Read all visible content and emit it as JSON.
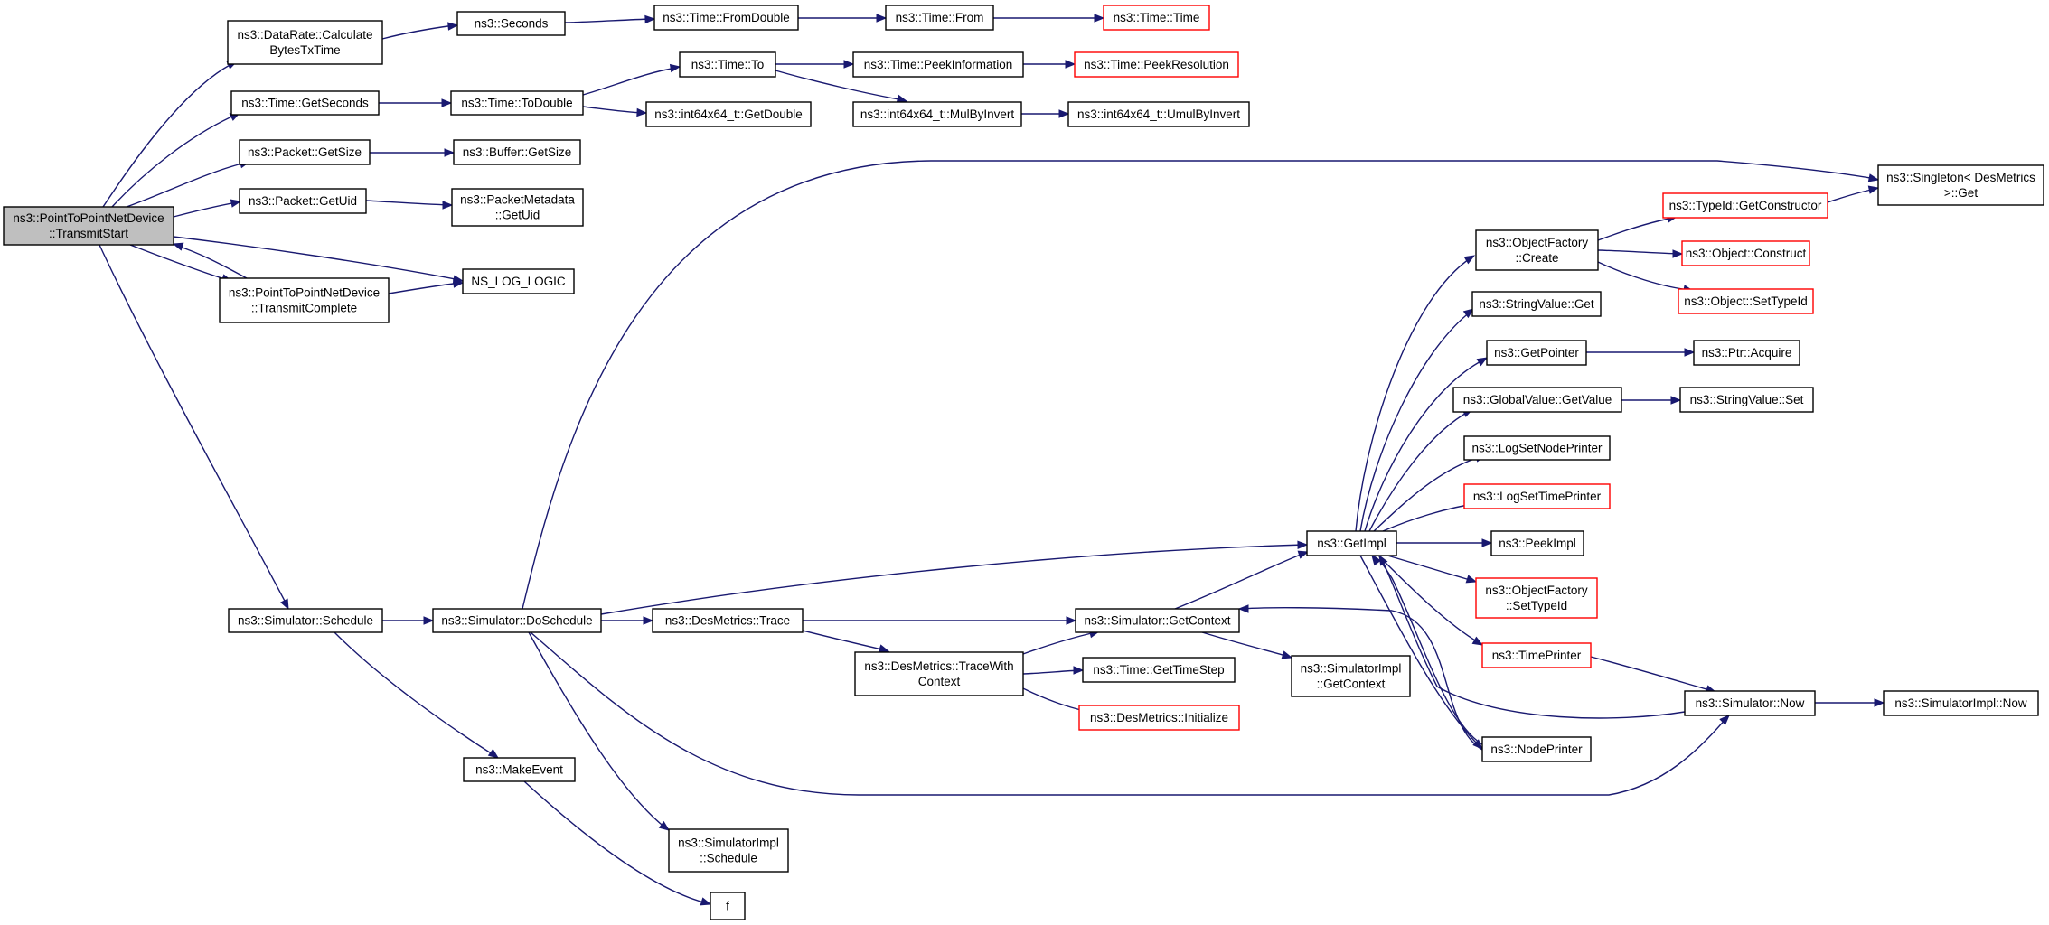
{
  "colors": {
    "edge": "#191970",
    "root_fill": "#bfbfbf",
    "truncated_border": "#ff0000",
    "node_border": "#000000"
  },
  "nodes": [
    {
      "id": "root",
      "lines": [
        "ns3::PointToPointNetDevice",
        "::TransmitStart"
      ],
      "kind": "root"
    },
    {
      "id": "datarate",
      "lines": [
        "ns3::DataRate::Calculate",
        "BytesTxTime"
      ]
    },
    {
      "id": "getseconds",
      "lines": [
        "ns3::Time::GetSeconds"
      ]
    },
    {
      "id": "pktgetsize",
      "lines": [
        "ns3::Packet::GetSize"
      ]
    },
    {
      "id": "pktgetuid",
      "lines": [
        "ns3::Packet::GetUid"
      ]
    },
    {
      "id": "txcomplete",
      "lines": [
        "ns3::PointToPointNetDevice",
        "::TransmitComplete"
      ]
    },
    {
      "id": "schedule",
      "lines": [
        "ns3::Simulator::Schedule"
      ]
    },
    {
      "id": "seconds",
      "lines": [
        "ns3::Seconds"
      ]
    },
    {
      "id": "todouble",
      "lines": [
        "ns3::Time::ToDouble"
      ]
    },
    {
      "id": "bufgetsize",
      "lines": [
        "ns3::Buffer::GetSize"
      ]
    },
    {
      "id": "pktmeta",
      "lines": [
        "ns3::PacketMetadata",
        "::GetUid"
      ]
    },
    {
      "id": "nslog",
      "lines": [
        "NS_LOG_LOGIC"
      ]
    },
    {
      "id": "doschedule",
      "lines": [
        "ns3::Simulator::DoSchedule"
      ]
    },
    {
      "id": "makeevent",
      "lines": [
        "ns3::MakeEvent"
      ]
    },
    {
      "id": "fromdouble",
      "lines": [
        "ns3::Time::FromDouble"
      ]
    },
    {
      "id": "timeto",
      "lines": [
        "ns3::Time::To"
      ]
    },
    {
      "id": "getdouble",
      "lines": [
        "ns3::int64x64_t::GetDouble"
      ]
    },
    {
      "id": "destrace",
      "lines": [
        "ns3::DesMetrics::Trace"
      ]
    },
    {
      "id": "simimplsched",
      "lines": [
        "ns3::SimulatorImpl",
        "::Schedule"
      ]
    },
    {
      "id": "f",
      "lines": [
        "f"
      ]
    },
    {
      "id": "timefrom",
      "lines": [
        "ns3::Time::From"
      ]
    },
    {
      "id": "peekinfo",
      "lines": [
        "ns3::Time::PeekInformation"
      ]
    },
    {
      "id": "mulbyinvert",
      "lines": [
        "ns3::int64x64_t::MulByInvert"
      ]
    },
    {
      "id": "tracewithctx",
      "lines": [
        "ns3::DesMetrics::TraceWith",
        "Context"
      ]
    },
    {
      "id": "timetime",
      "lines": [
        "ns3::Time::Time"
      ],
      "kind": "trunc"
    },
    {
      "id": "peekres",
      "lines": [
        "ns3::Time::PeekResolution"
      ],
      "kind": "trunc"
    },
    {
      "id": "umulbyinvert",
      "lines": [
        "ns3::int64x64_t::UmulByInvert"
      ]
    },
    {
      "id": "getcontext",
      "lines": [
        "ns3::Simulator::GetContext"
      ]
    },
    {
      "id": "gettimestep",
      "lines": [
        "ns3::Time::GetTimeStep"
      ]
    },
    {
      "id": "desinit",
      "lines": [
        "ns3::DesMetrics::Initialize"
      ],
      "kind": "trunc"
    },
    {
      "id": "simimplctx",
      "lines": [
        "ns3::SimulatorImpl",
        "::GetContext"
      ]
    },
    {
      "id": "getimpl",
      "lines": [
        "ns3::GetImpl"
      ]
    },
    {
      "id": "objfactcreate",
      "lines": [
        "ns3::ObjectFactory",
        "::Create"
      ]
    },
    {
      "id": "strvalget",
      "lines": [
        "ns3::StringValue::Get"
      ]
    },
    {
      "id": "getpointer",
      "lines": [
        "ns3::GetPointer"
      ]
    },
    {
      "id": "globalget",
      "lines": [
        "ns3::GlobalValue::GetValue"
      ]
    },
    {
      "id": "lognodeprinter",
      "lines": [
        "ns3::LogSetNodePrinter"
      ]
    },
    {
      "id": "logtimeprinter",
      "lines": [
        "ns3::LogSetTimePrinter"
      ],
      "kind": "trunc"
    },
    {
      "id": "peekimpl",
      "lines": [
        "ns3::PeekImpl"
      ]
    },
    {
      "id": "objfactsettype",
      "lines": [
        "ns3::ObjectFactory",
        "::SetTypeId"
      ],
      "kind": "trunc"
    },
    {
      "id": "timeprinter",
      "lines": [
        "ns3::TimePrinter"
      ],
      "kind": "trunc"
    },
    {
      "id": "nodeprinter",
      "lines": [
        "ns3::NodePrinter"
      ]
    },
    {
      "id": "getconstructor",
      "lines": [
        "ns3::TypeId::GetConstructor"
      ],
      "kind": "trunc"
    },
    {
      "id": "objconstruct",
      "lines": [
        "ns3::Object::Construct"
      ],
      "kind": "trunc"
    },
    {
      "id": "objsettypeid",
      "lines": [
        "ns3::Object::SetTypeId"
      ],
      "kind": "trunc"
    },
    {
      "id": "ptracquire",
      "lines": [
        "ns3::Ptr::Acquire"
      ]
    },
    {
      "id": "strvalset",
      "lines": [
        "ns3::StringValue::Set"
      ]
    },
    {
      "id": "simnow",
      "lines": [
        "ns3::Simulator::Now"
      ]
    },
    {
      "id": "singleton",
      "lines": [
        "ns3::Singleton< DesMetrics",
        " >::Get"
      ]
    },
    {
      "id": "simimplnow",
      "lines": [
        "ns3::SimulatorImpl::Now"
      ]
    }
  ]
}
